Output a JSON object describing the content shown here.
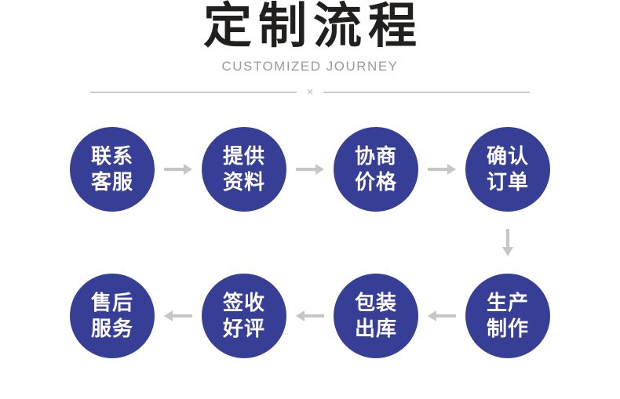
{
  "header": {
    "title": "定制流程",
    "subtitle": "CUSTOMIZED JOURNEY",
    "divider_mark": "×"
  },
  "colors": {
    "circle_fill": "#363e96",
    "circle_text": "#ffffff",
    "title_text": "#221f1f",
    "subtitle_text": "#9b9b9b",
    "arrow": "#c6c6c6",
    "divider_line": "#9a9a9a"
  },
  "flow": {
    "row1": [
      {
        "line1": "联系",
        "line2": "客服"
      },
      {
        "line1": "提供",
        "line2": "资料"
      },
      {
        "line1": "协商",
        "line2": "价格"
      },
      {
        "line1": "确认",
        "line2": "订单"
      }
    ],
    "row2": [
      {
        "line1": "售后",
        "line2": "服务"
      },
      {
        "line1": "签收",
        "line2": "好评"
      },
      {
        "line1": "包装",
        "line2": "出库"
      },
      {
        "line1": "生产",
        "line2": "制作"
      }
    ]
  }
}
